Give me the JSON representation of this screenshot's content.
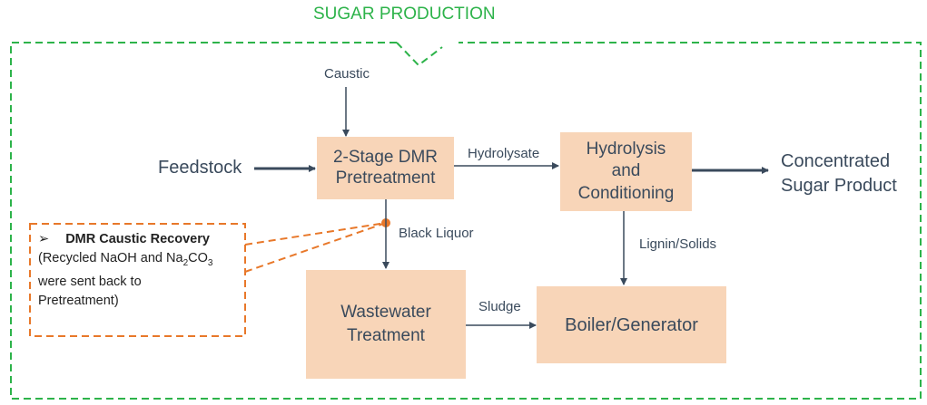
{
  "title": "SUGAR PRODUCTION",
  "colors": {
    "frame": "#2db34a",
    "callout": "#e8782a",
    "box_fill": "#f8d5b8",
    "arrow": "#3a4a5c",
    "text": "#3a4a5c"
  },
  "inputs": {
    "caustic": "Caustic",
    "feedstock": "Feedstock"
  },
  "boxes": {
    "pretreatment": [
      "2-Stage DMR",
      "Pretreatment"
    ],
    "hydrolysis": [
      "Hydrolysis",
      "and",
      "Conditioning"
    ],
    "wastewater": [
      "Wastewater",
      "Treatment"
    ],
    "boiler": "Boiler/Generator"
  },
  "outputs": {
    "product": [
      "Concentrated",
      "Sugar Product"
    ]
  },
  "flows": {
    "hydrolysate": "Hydrolysate",
    "black_liquor": "Black Liquor",
    "lignin_solids": "Lignin/Solids",
    "sludge": "Sludge"
  },
  "callout": {
    "bullet": "➢",
    "heading": "DMR Caustic Recovery",
    "l1_a": "(Recycled NaOH and Na",
    "l1_sub1": "2",
    "l1_b": "CO",
    "l1_sub2": "3",
    "l2": "were sent back to",
    "l3": "Pretreatment)"
  }
}
